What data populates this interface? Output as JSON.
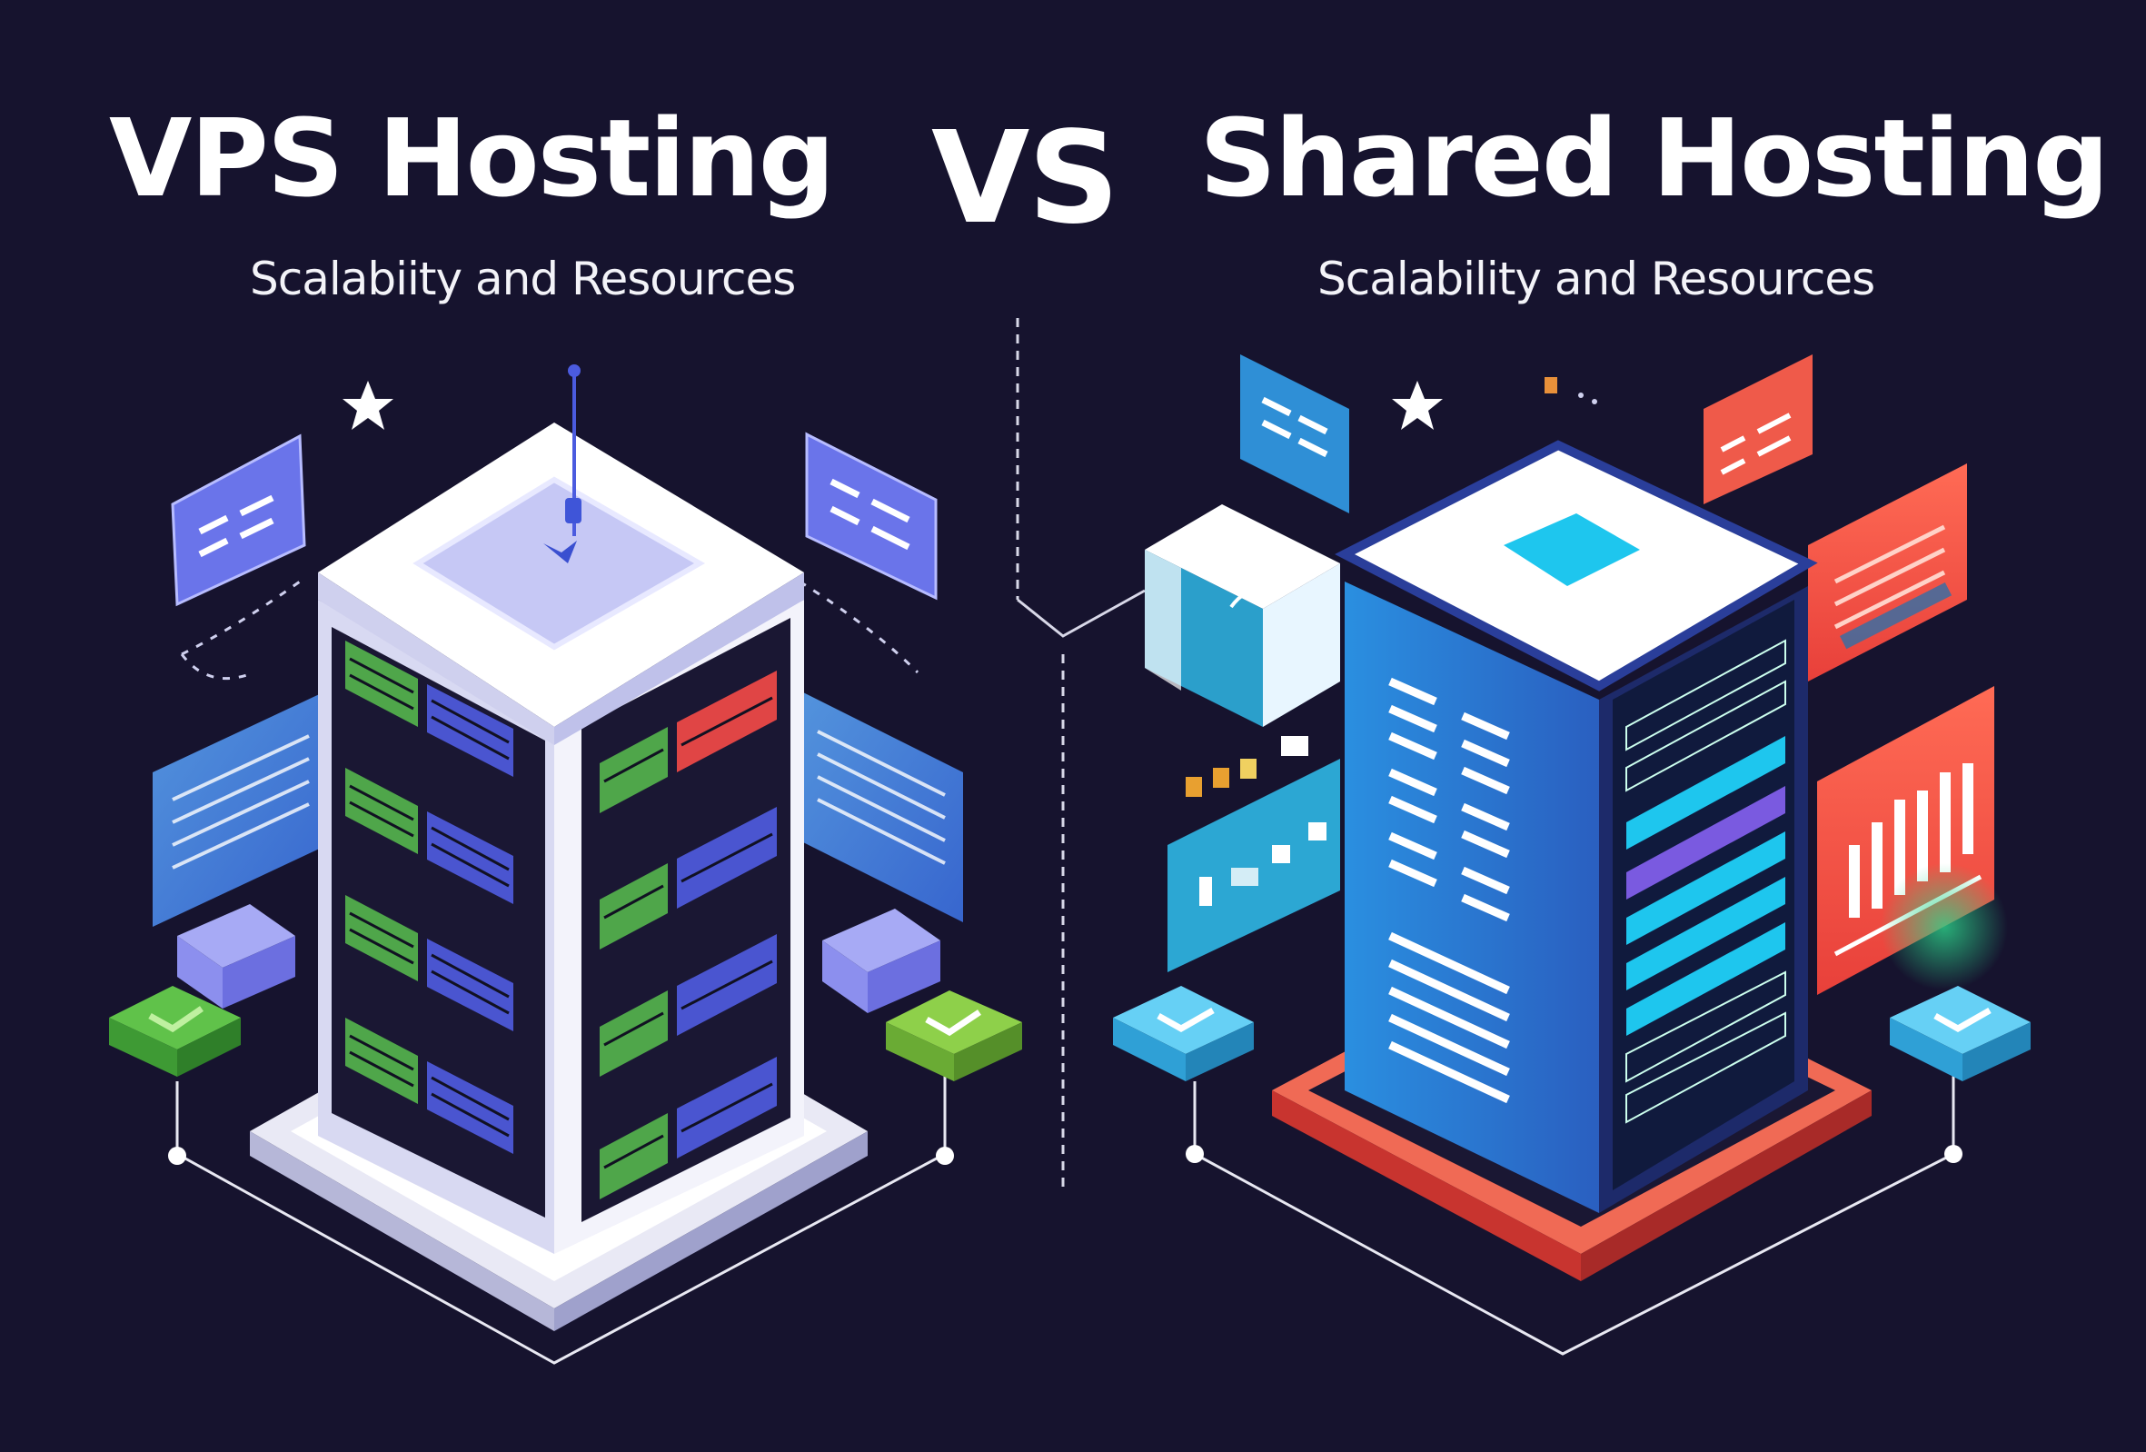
{
  "left": {
    "title": "VPS Hosting",
    "subtitle": "Scalabiity and Resources",
    "accent": "#6a74ea",
    "rack_green": "#4fa64a",
    "rack_blue": "#4a55d0"
  },
  "versus": "VS",
  "right": {
    "title": "Shared Hosting",
    "subtitle": "Scalability and Resources",
    "accent": "#2fb8e6",
    "warm": "#ef5a4a"
  },
  "icons": [
    "star-icon",
    "server-icon",
    "dashboard-panel-icon",
    "chart-icon",
    "check-icon"
  ]
}
